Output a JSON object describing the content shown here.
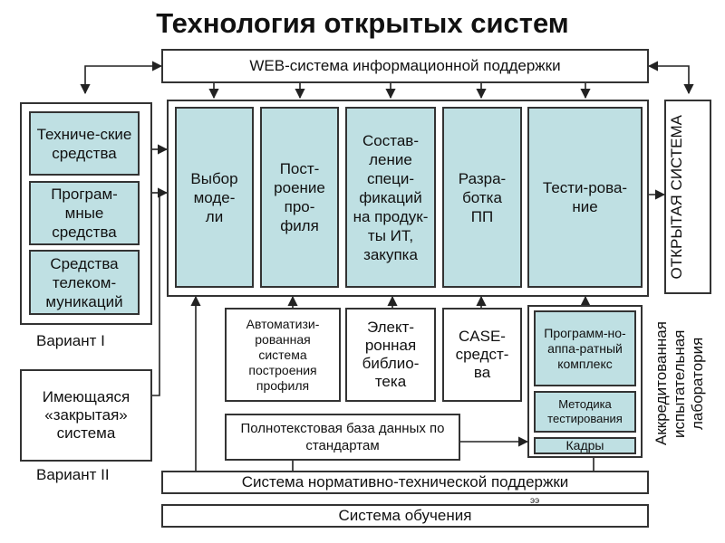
{
  "title": "Технология открытых систем",
  "top_bar": "WEB-система информационной поддержки",
  "left_group": {
    "items": [
      "Техниче-ские средства",
      "Програм-мные средства",
      "Средства телеком-муникаций"
    ],
    "variant1": "Вариант I",
    "closed_system": "Имеющаяся «закрытая» система",
    "variant2": "Вариант II"
  },
  "process": [
    "Выбор моде-ли",
    "Пост-роение про-филя",
    "Состав-ление специ-фикаций на продук-ты ИТ, закупка",
    "Разра-ботка ПП",
    "Тести-рова-ние"
  ],
  "open_system": "ОТКРЫТАЯ СИСТЕМА",
  "support_tools": [
    "Автоматизи-рованная система построения профиля",
    "Элект-ронная библио-тека",
    "CASE-средст-ва"
  ],
  "lab": {
    "items": [
      "Программ-но-аппа-ратный комплекс",
      "Методика тестирования",
      "Кадры"
    ],
    "label": "Аккредитованная испытательная лаборатория"
  },
  "fulltext_db": "Полнотекстовая база данных по стандартам",
  "norm_support": "Система нормативно-технической поддержки",
  "education": "Система обучения"
}
